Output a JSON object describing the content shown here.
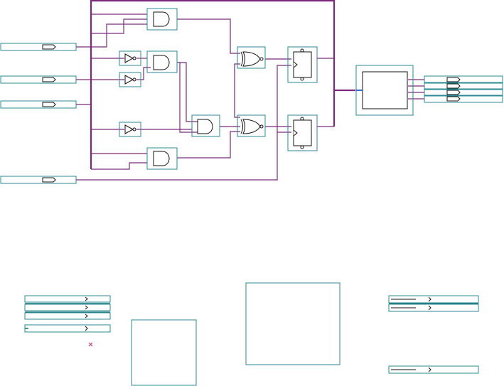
{
  "schematic": {
    "page_title": "",
    "colors": {
      "wire": "#7b2a7b",
      "module_box": "#2a8a95",
      "gate_outline": "#111111",
      "bus_highlight": "#3a6fd8",
      "marker": "#c03060"
    },
    "gates": [
      {
        "kind": "and",
        "name": "and-gate-top"
      },
      {
        "kind": "not",
        "name": "inverter-1"
      },
      {
        "kind": "and",
        "name": "and-gate-2"
      },
      {
        "kind": "not",
        "name": "inverter-2"
      },
      {
        "kind": "xnor",
        "name": "xnor-gate-top"
      },
      {
        "kind": "dff",
        "name": "flip-flop-top"
      },
      {
        "kind": "and",
        "name": "and-gate-3"
      },
      {
        "kind": "not",
        "name": "inverter-3"
      },
      {
        "kind": "xnor",
        "name": "xnor-gate-bottom"
      },
      {
        "kind": "dff",
        "name": "flip-flop-bottom"
      },
      {
        "kind": "and",
        "name": "and-gate-bottom"
      },
      {
        "kind": "module",
        "name": "output-module"
      }
    ],
    "input_pins": 4,
    "output_pins": 4
  }
}
